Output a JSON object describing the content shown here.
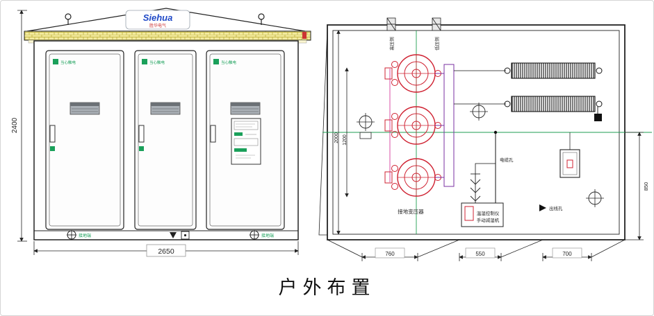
{
  "title": "户外布置",
  "colors": {
    "line": "#222222",
    "roof_yellow": "#f3ea9e",
    "transformer_red": "#cf2030",
    "busbar_purple": "#7a2fa0",
    "centerline_green": "#1d9e50",
    "label_green": "#1aa05a",
    "logo_blue": "#1f49c7"
  },
  "elevation": {
    "dim_height": "2400",
    "dim_width": "2650",
    "logo_brand": "Siehua",
    "logo_sub": "胜华电气",
    "door_warning": "当心触电",
    "ground_left": "接地端",
    "ground_right": "接地端"
  },
  "plan": {
    "top_label_hv": "高压侧",
    "top_label_lv": "低压侧",
    "transformer_label": "接地变压器",
    "control_label": "温湿控制仪",
    "dehumid_label": "手动减湿机",
    "cable_label": "电缆孔",
    "outlet_label": "出线孔",
    "dim_left_outer": "2000",
    "dim_left_inner": "1200",
    "dim_right": "850",
    "dims_bottom": [
      "760",
      "550",
      "700"
    ]
  }
}
